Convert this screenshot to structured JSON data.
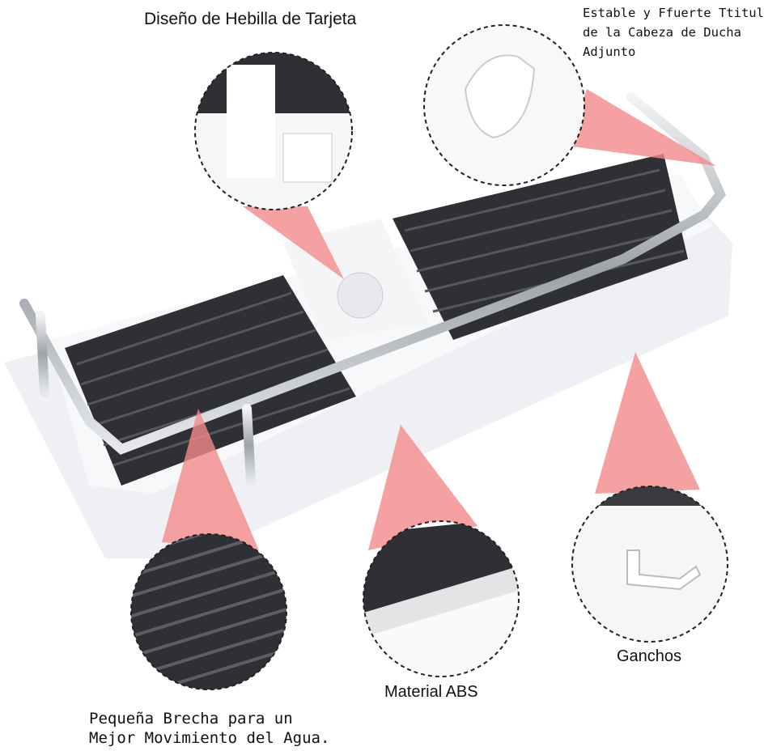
{
  "labels": {
    "card_buckle": "Diseño de Hebilla de Tarjeta",
    "holder_line1": "Estable y Ffuerte Ttitular",
    "holder_line2": "de la Cabeza de Ducha",
    "holder_line3": "Adjunto",
    "hooks": "Ganchos",
    "material": "Material ABS",
    "gap_line1": "Pequeña Brecha para un",
    "gap_line2": "Mejor Movimiento del Agua."
  },
  "colors": {
    "accent_pink": "#f48a8a",
    "mat_dark": "#2f3035",
    "tray_white": "#f4f5f7",
    "chrome": "#c8ccd2"
  }
}
